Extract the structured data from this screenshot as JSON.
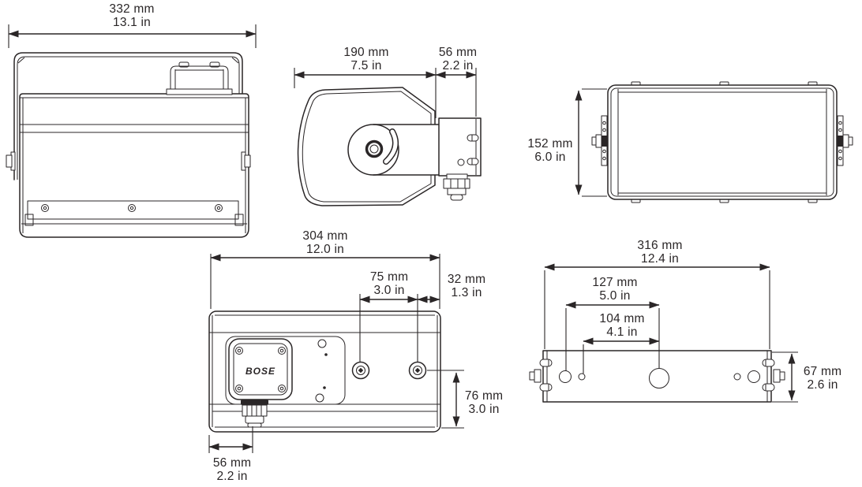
{
  "brand": "BOSE",
  "colors": {
    "line": "#2a2627",
    "background": "#ffffff"
  },
  "dimensions": {
    "front_width": {
      "mm": "332 mm",
      "inches": "13.1 in"
    },
    "side_body_depth": {
      "mm": "190 mm",
      "inches": "7.5 in"
    },
    "side_bracket_depth": {
      "mm": "56 mm",
      "inches": "2.2 in"
    },
    "top_height": {
      "mm": "152 mm",
      "inches": "6.0 in"
    },
    "rear_width": {
      "mm": "304 mm",
      "inches": "12.0 in"
    },
    "rear_insert_spacing": {
      "mm": "75 mm",
      "inches": "3.0 in"
    },
    "rear_insert_edge_offset": {
      "mm": "32 mm",
      "inches": "1.3 in"
    },
    "rear_insert_bottom_offset": {
      "mm": "76 mm",
      "inches": "3.0 in"
    },
    "rear_gland_offset": {
      "mm": "56 mm",
      "inches": "2.2 in"
    },
    "bracket_width": {
      "mm": "316 mm",
      "inches": "12.4 in"
    },
    "bracket_outer_hole_spacing": {
      "mm": "127 mm",
      "inches": "5.0 in"
    },
    "bracket_inner_hole_spacing": {
      "mm": "104 mm",
      "inches": "4.1 in"
    },
    "bracket_height": {
      "mm": "67 mm",
      "inches": "2.6 in"
    }
  }
}
